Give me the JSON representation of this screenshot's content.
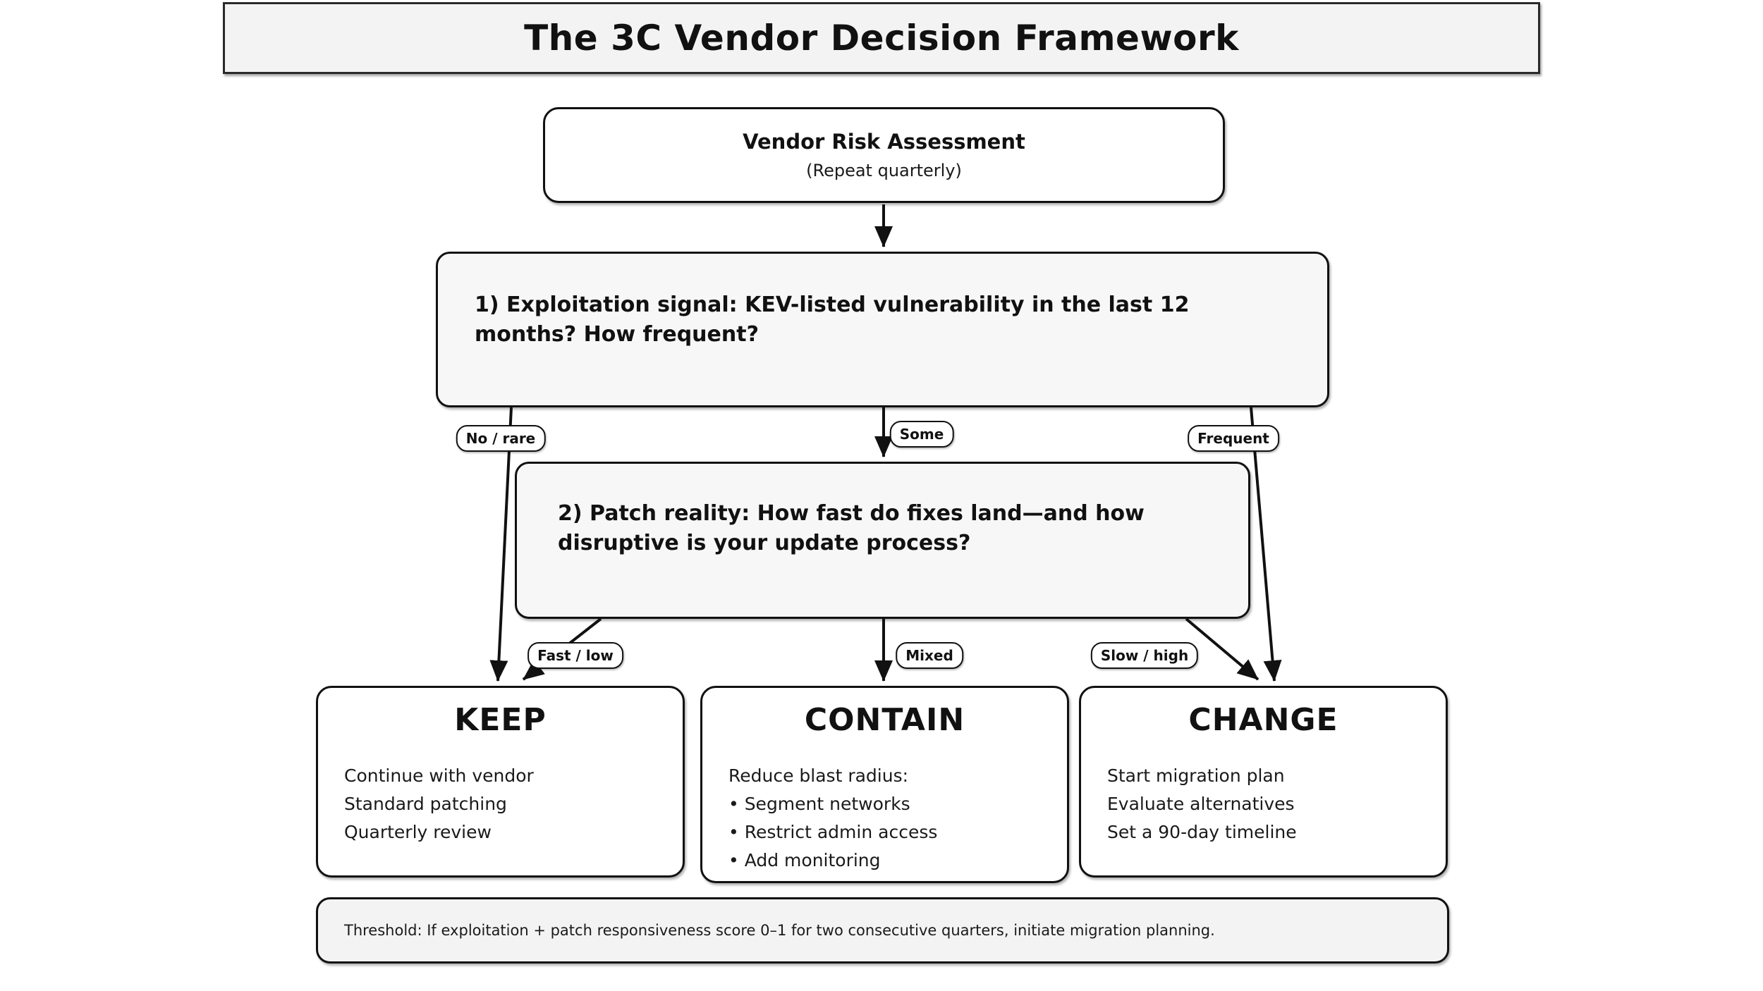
{
  "banner": {
    "title": "The 3C Vendor Decision Framework"
  },
  "start": {
    "title": "Vendor Risk Assessment",
    "subtitle": "(Repeat quarterly)"
  },
  "questions": [
    {
      "text": "1) Exploitation signal: KEV-listed vulnerability in the last 12 months? How frequent?"
    },
    {
      "text": "2) Patch reality: How fast do fixes land—and how disruptive is your update process?"
    }
  ],
  "edges": {
    "q1": [
      {
        "label": "No / rare"
      },
      {
        "label": "Some"
      },
      {
        "label": "Frequent"
      }
    ],
    "q2": [
      {
        "label": "Fast / low"
      },
      {
        "label": "Mixed"
      },
      {
        "label": "Slow / high"
      }
    ]
  },
  "outcomes": [
    {
      "title": "KEEP",
      "lines": [
        "Continue with vendor",
        "Standard patching",
        "Quarterly review"
      ]
    },
    {
      "title": "CONTAIN",
      "lines": [
        "Reduce blast radius:",
        "• Segment networks",
        "• Restrict admin access",
        "• Add monitoring"
      ]
    },
    {
      "title": "CHANGE",
      "lines": [
        "Start migration plan",
        "Evaluate alternatives",
        "Set a 90-day timeline"
      ]
    }
  ],
  "footnote": {
    "text": "Threshold: If exploitation + patch responsiveness score 0–1 for two consecutive quarters, initiate migration planning."
  },
  "colors": {
    "background": "#ffffff",
    "panel_fill": "#f3f3f3",
    "question_fill": "#f7f7f7",
    "node_fill": "#ffffff",
    "line": "#111111"
  }
}
